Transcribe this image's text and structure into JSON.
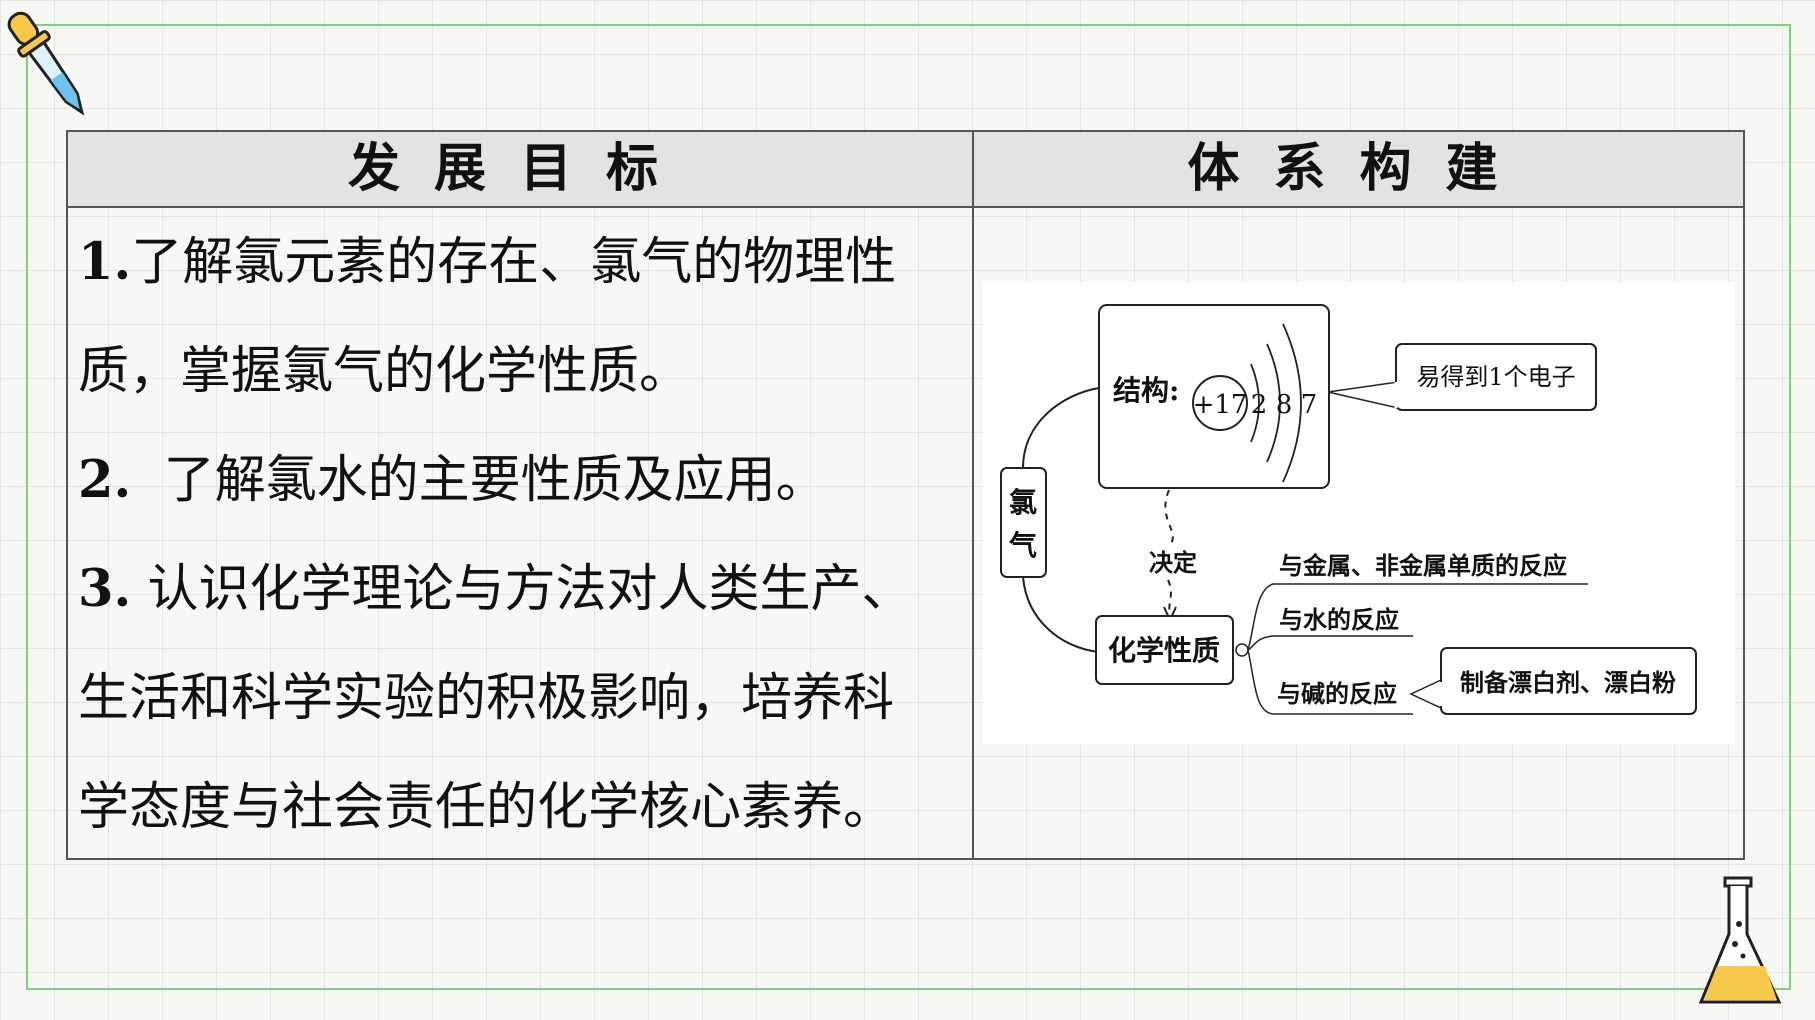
{
  "header": {
    "left_title": "发展目标",
    "right_title": "体系构建"
  },
  "goals": [
    {
      "num": "1.",
      "lines": [
        "了解氯元素的存在、氯气的物理性",
        "质，掌握氯气的化学性质。"
      ]
    },
    {
      "num": "2.",
      "lines": [
        "  了解氯水的主要性质及应用。"
      ]
    },
    {
      "num": "3.",
      "lines": [
        " 认识化学理论与方法对人类生产、",
        "生活和科学实验的积极影响，培养科",
        "学态度与社会责任的化学核心素养。"
      ]
    }
  ],
  "diagram": {
    "root": "氯气",
    "root_chars": [
      "氯",
      "气"
    ],
    "structure_label": "结构:",
    "nucleus": "+17",
    "shells": [
      "2",
      "8",
      "7"
    ],
    "electron_note": "易得到1个电子",
    "decides": "决定",
    "chem_props": "化学性质",
    "reactions": [
      "与金属、非金属单质的反应",
      "与水的反应",
      "与碱的反应"
    ],
    "base_product": "制备漂白剂、漂白粉"
  }
}
